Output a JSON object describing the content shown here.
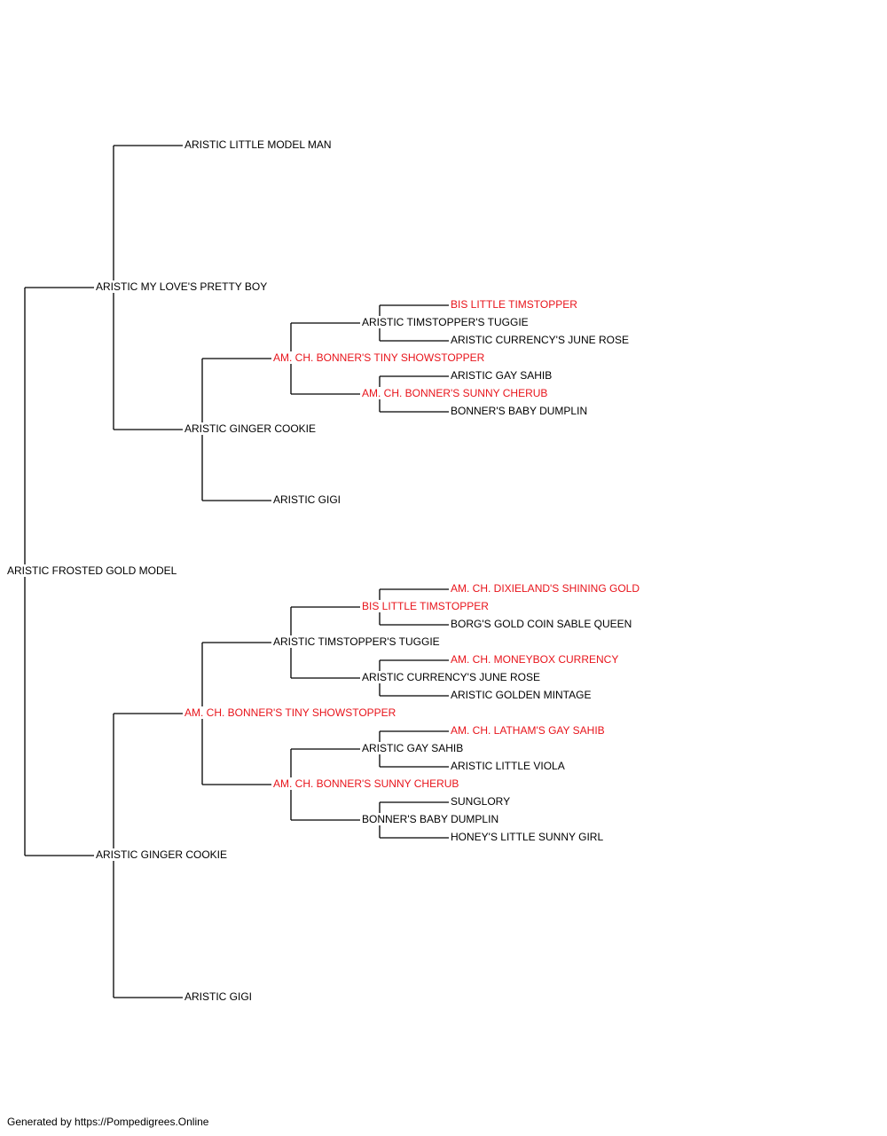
{
  "colors": {
    "line": "#000000",
    "text": "#000000",
    "champion": "#e8141b"
  },
  "pedigree": {
    "name": "ARISTIC FROSTED GOLD MODEL",
    "children": [
      {
        "name": "ARISTIC MY LOVE'S PRETTY BOY",
        "children": [
          {
            "name": "ARISTIC LITTLE MODEL MAN"
          },
          {
            "name": "ARISTIC GINGER COOKIE",
            "children": [
              {
                "name": "AM. CH. BONNER'S TINY SHOWSTOPPER",
                "champion": true,
                "children": [
                  {
                    "name": "ARISTIC TIMSTOPPER'S TUGGIE",
                    "children": [
                      {
                        "name": "BIS LITTLE TIMSTOPPER",
                        "champion": true
                      },
                      {
                        "name": "ARISTIC CURRENCY'S JUNE ROSE"
                      }
                    ]
                  },
                  {
                    "name": "AM. CH. BONNER'S SUNNY CHERUB",
                    "champion": true,
                    "children": [
                      {
                        "name": "ARISTIC GAY SAHIB"
                      },
                      {
                        "name": "BONNER'S BABY DUMPLIN"
                      }
                    ]
                  }
                ]
              },
              {
                "name": "ARISTIC GIGI"
              }
            ]
          }
        ]
      },
      {
        "name": "ARISTIC GINGER COOKIE",
        "children": [
          {
            "name": "AM. CH. BONNER'S TINY SHOWSTOPPER",
            "champion": true,
            "children": [
              {
                "name": "ARISTIC TIMSTOPPER'S TUGGIE",
                "children": [
                  {
                    "name": "BIS LITTLE TIMSTOPPER",
                    "champion": true,
                    "children": [
                      {
                        "name": "AM. CH. DIXIELAND'S SHINING GOLD",
                        "champion": true
                      },
                      {
                        "name": "BORG'S GOLD COIN SABLE QUEEN"
                      }
                    ]
                  },
                  {
                    "name": "ARISTIC CURRENCY'S JUNE ROSE",
                    "children": [
                      {
                        "name": "AM. CH. MONEYBOX CURRENCY",
                        "champion": true
                      },
                      {
                        "name": "ARISTIC GOLDEN MINTAGE"
                      }
                    ]
                  }
                ]
              },
              {
                "name": "AM. CH. BONNER'S SUNNY CHERUB",
                "champion": true,
                "children": [
                  {
                    "name": "ARISTIC GAY SAHIB",
                    "children": [
                      {
                        "name": "AM. CH. LATHAM'S GAY SAHIB",
                        "champion": true
                      },
                      {
                        "name": "ARISTIC LITTLE VIOLA"
                      }
                    ]
                  },
                  {
                    "name": "BONNER'S BABY DUMPLIN",
                    "children": [
                      {
                        "name": "SUNGLORY"
                      },
                      {
                        "name": "HONEY'S LITTLE SUNNY GIRL"
                      }
                    ]
                  }
                ]
              }
            ]
          },
          {
            "name": "ARISTIC GIGI"
          }
        ]
      }
    ]
  },
  "footer": {
    "text": "Generated by https://Pompedigrees.Online"
  }
}
